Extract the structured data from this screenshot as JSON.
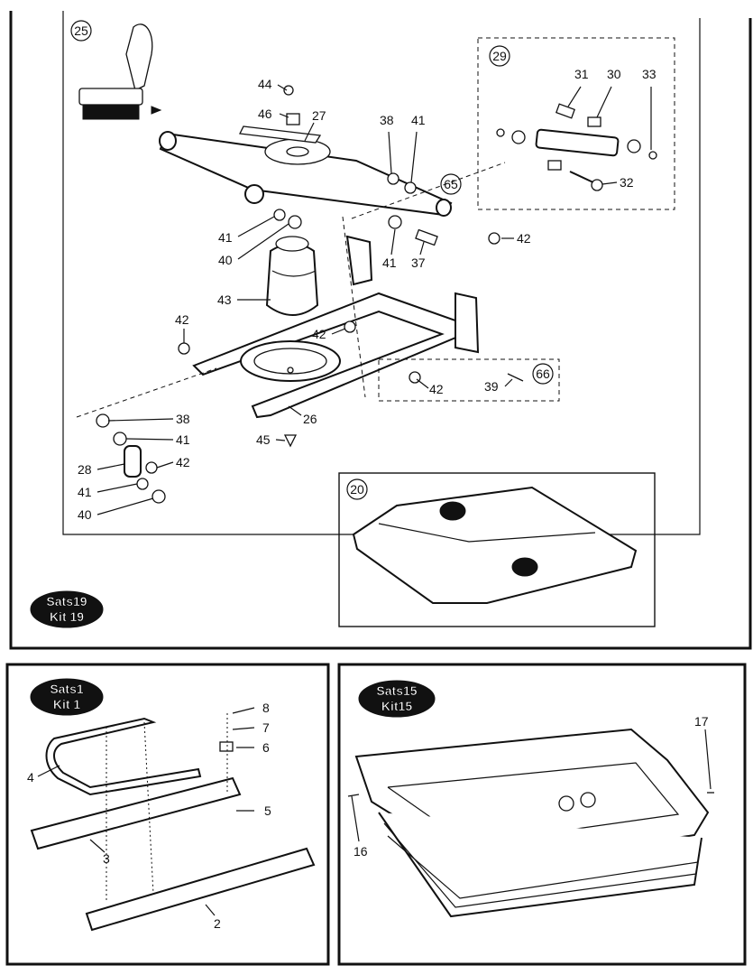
{
  "panels": {
    "top": {
      "badge": {
        "line1": "Sats19",
        "line2": "Kit 19"
      },
      "circled_refs": [
        "25",
        "29",
        "65",
        "66",
        "20"
      ],
      "callouts": [
        "44",
        "46",
        "27",
        "38",
        "41",
        "31",
        "30",
        "33",
        "32",
        "42",
        "41",
        "40",
        "41",
        "37",
        "43",
        "42",
        "42",
        "42",
        "39",
        "26",
        "38",
        "41",
        "42",
        "28",
        "41",
        "40",
        "45"
      ]
    },
    "bottom_left": {
      "badge": {
        "line1": "Sats1",
        "line2": "Kit 1"
      },
      "callouts": [
        "8",
        "7",
        "6",
        "5",
        "4",
        "3",
        "2"
      ]
    },
    "bottom_right": {
      "badge": {
        "line1": "Sats15",
        "line2": "Kit15"
      },
      "callouts": [
        "17",
        "16"
      ]
    }
  }
}
